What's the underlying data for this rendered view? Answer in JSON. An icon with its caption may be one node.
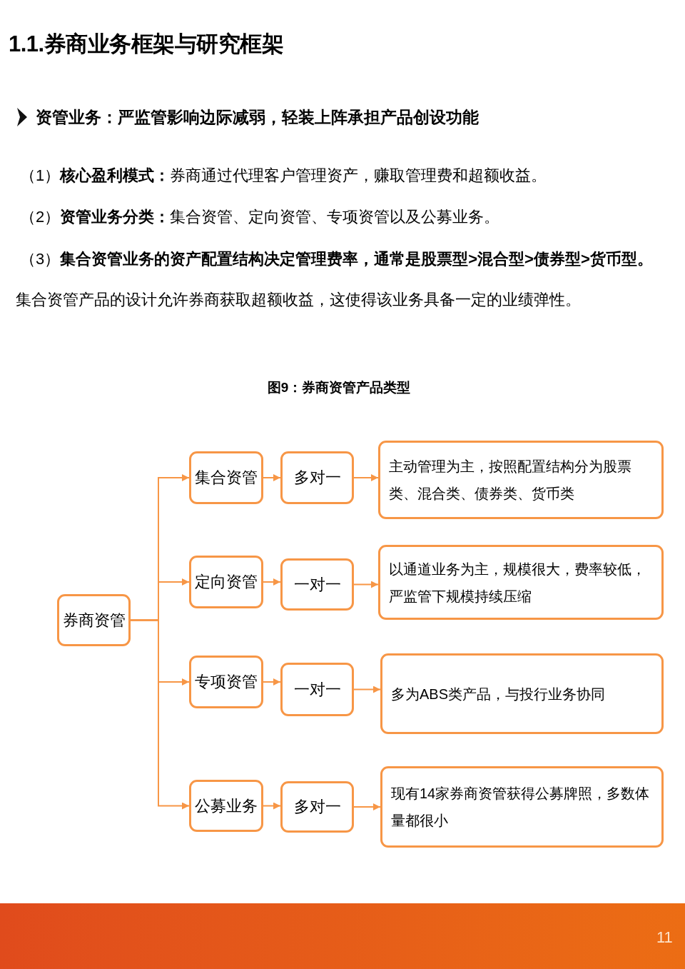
{
  "diagram": {
    "title": "1.1.券商业务框架与研究框架",
    "caption": "图9：券商资管产品类型",
    "nodes": [
      {
        "text": [
          "券商资管"
        ]
      },
      {
        "text": [
          "集合资管"
        ]
      },
      {
        "text": [
          "多对一"
        ]
      },
      {
        "text": [
          "主动管理为主，按照配置结构分为股票类、混合类、债券类、货币类"
        ]
      },
      {
        "text": [
          "定向资管"
        ]
      },
      {
        "text": [
          "一对一"
        ]
      },
      {
        "text": [
          "以通道业务为主，规模很大，费率较低，严监管下规模持续压缩"
        ]
      },
      {
        "text": [
          "专项资管"
        ]
      },
      {
        "text": [
          "一对一"
        ]
      },
      {
        "text": [
          "多为ABS类产品，与投行业务协同"
        ]
      },
      {
        "text": [
          "公募业务"
        ]
      },
      {
        "text": [
          "多对一"
        ]
      },
      {
        "text": [
          "现有14家券商资管获得公募牌照，多数体量都很小"
        ]
      }
    ],
    "edges": [
      {
        "from": 0,
        "to": 1,
        "arrow": "to"
      },
      {
        "from": 0,
        "to": 4,
        "arrow": "to"
      },
      {
        "from": 0,
        "to": 7,
        "arrow": "to"
      },
      {
        "from": 0,
        "to": 10,
        "arrow": "to"
      },
      {
        "from": 1,
        "to": 2,
        "arrow": "to"
      },
      {
        "from": 2,
        "to": 3,
        "arrow": "to"
      },
      {
        "from": 4,
        "to": 5,
        "arrow": "to"
      },
      {
        "from": 5,
        "to": 6,
        "arrow": "to"
      },
      {
        "from": 7,
        "to": 8,
        "arrow": "to"
      },
      {
        "from": 8,
        "to": 9,
        "arrow": "to"
      },
      {
        "from": 10,
        "to": 11,
        "arrow": "to"
      },
      {
        "from": 11,
        "to": 12,
        "arrow": "to"
      }
    ],
    "labels": [
      "资管业务：严监管影响边际减弱，轻装上阵承担产品创设功能",
      "（1）**核心盈利模式：**券商通过代理客户管理资产，赚取管理费和超额收益。",
      "（2）**资管业务分类：**集合资管、定向资管、专项资管以及公募业务。",
      "（3）**集合资管业务的资产配置结构决定管理费率，通常是股票型>混合型>债券型>货币型。**",
      "集合资管产品的设计允许券商获取超额收益，这使得该业务具备一定的业绩弹性。",
      "11"
    ]
  }
}
